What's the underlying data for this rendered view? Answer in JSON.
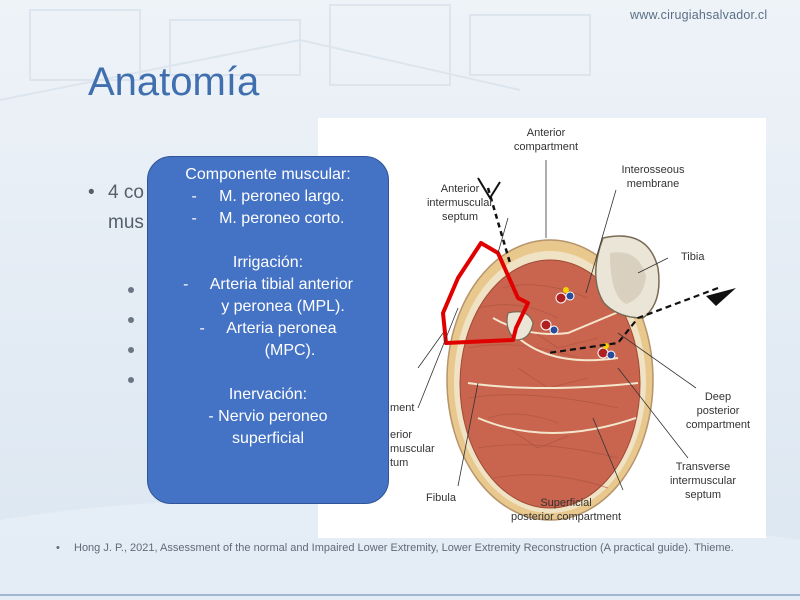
{
  "header": {
    "site_url": "www.cirugiahsalvador.cl"
  },
  "slide": {
    "title": "Anatomía"
  },
  "body": {
    "bullet_line1": "4 co",
    "bullet_line2": "mus"
  },
  "figure_labels": {
    "anterior_compartment_1": "Anterior",
    "anterior_compartment_2": "compartment",
    "interosseous_1": "Interosseous",
    "interosseous_2": "membrane",
    "anterior_intermuscular_1": "Anterior",
    "anterior_intermuscular_2": "intermuscular",
    "anterior_intermuscular_3": "septum",
    "tibia": "Tibia",
    "deep_posterior_1": "Deep",
    "deep_posterior_2": "posterior",
    "deep_posterior_3": "compartment",
    "transverse_1": "Transverse",
    "transverse_2": "intermuscular",
    "transverse_3": "septum",
    "superficial_1": "Superficial",
    "superficial_2": "posterior compartment",
    "fibula": "Fibula",
    "partial_1": "ment",
    "partial_2": "erior",
    "partial_3": "muscular",
    "partial_4": "tum"
  },
  "overlay": {
    "heading_muscular": "Componente muscular:",
    "muscle_1": "-     M. peroneo largo.",
    "muscle_2": "-     M. peroneo corto.",
    "heading_irrigation": "Irrigación:",
    "artery_1a": "-     Arteria tibial anterior",
    "artery_1b": "y peronea (MPL).",
    "artery_2a": "-     Arteria peronea",
    "artery_2b": "(MPC).",
    "heading_innervation": "Inervación:",
    "nerve_a": "- Nervio peroneo",
    "nerve_b": "superficial"
  },
  "citation": {
    "bullet": "•",
    "text": "Hong J. P., 2021, Assessment of the normal and Impaired Lower Extremity, Lower Extremity Reconstruction (A practical guide). Thieme."
  },
  "colors": {
    "title": "#3f6fae",
    "overlay_fill": "#4472c4",
    "highlight": "#e00000",
    "muscle": "#c9644e"
  }
}
